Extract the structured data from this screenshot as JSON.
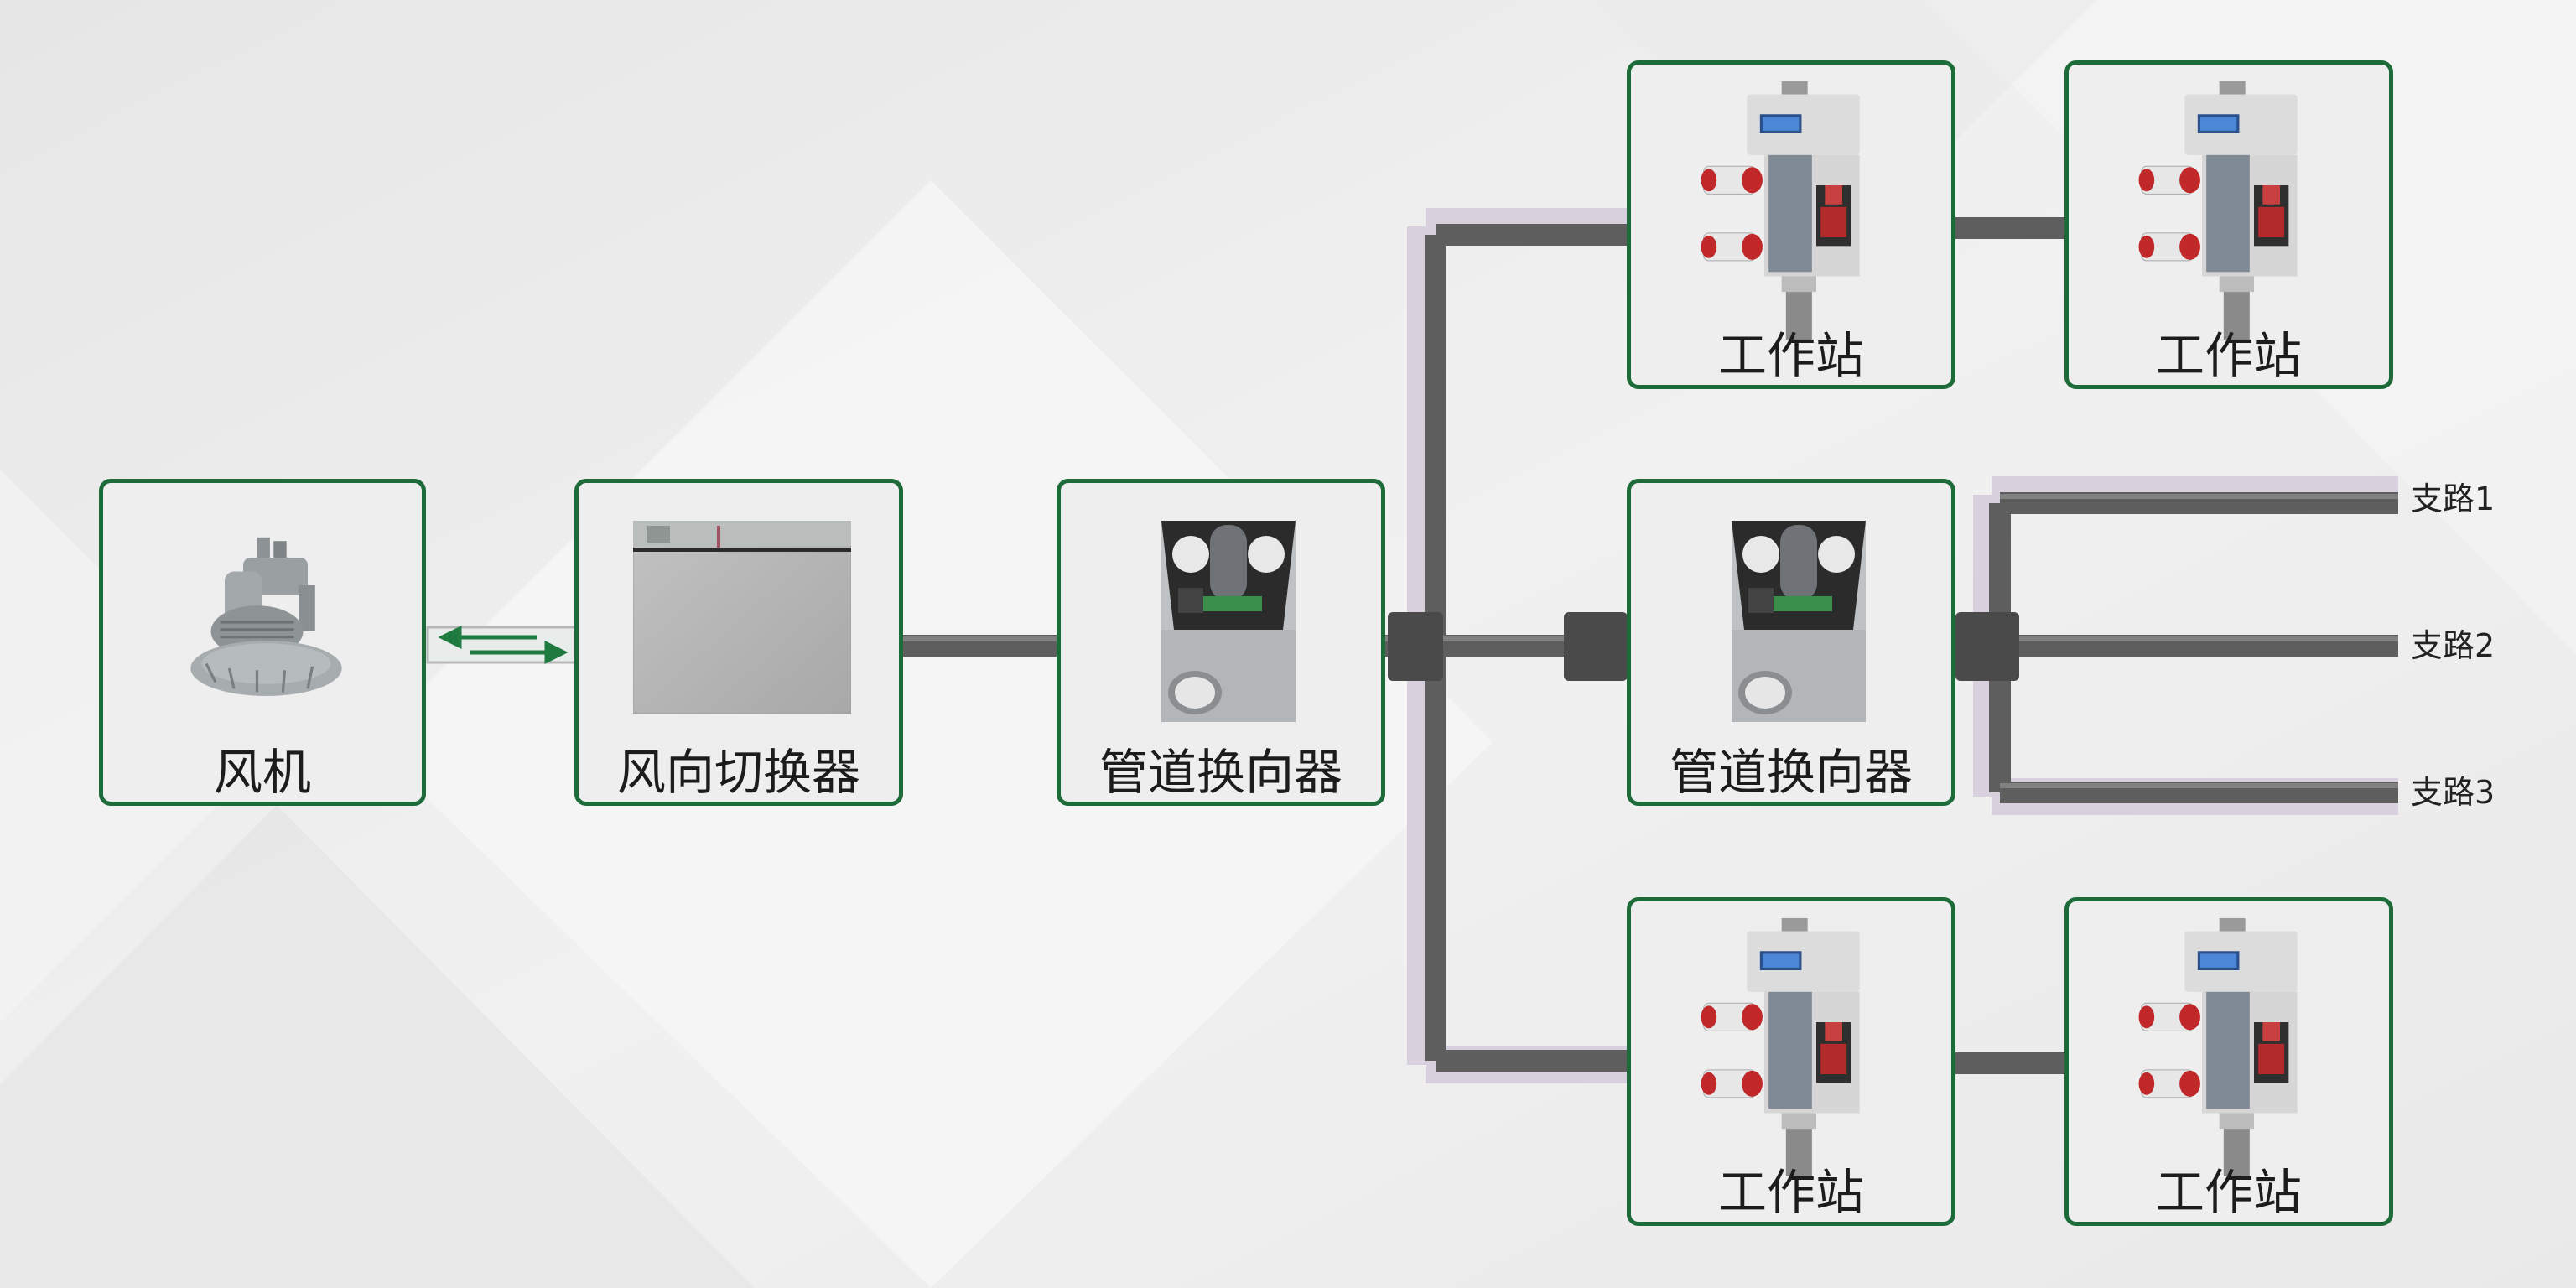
{
  "nodes": {
    "fan": {
      "label": "风机",
      "icon": "blower-fan-icon"
    },
    "switcher": {
      "label": "风向切换器",
      "icon": "air-direction-switcher-icon"
    },
    "diverter_1": {
      "label": "管道换向器",
      "icon": "pipe-diverter-icon"
    },
    "diverter_2": {
      "label": "管道换向器",
      "icon": "pipe-diverter-icon"
    },
    "stations": [
      {
        "label": "工作站",
        "icon": "workstation-icon"
      },
      {
        "label": "工作站",
        "icon": "workstation-icon"
      },
      {
        "label": "工作站",
        "icon": "workstation-icon"
      },
      {
        "label": "工作站",
        "icon": "workstation-icon"
      }
    ]
  },
  "branches": [
    "支路1",
    "支路2",
    "支路3"
  ],
  "colors": {
    "border": "#1e6b3a",
    "arrow": "#1e7a3e",
    "pipe": "#666666",
    "pipe_highlight": "#d8d0dc"
  }
}
